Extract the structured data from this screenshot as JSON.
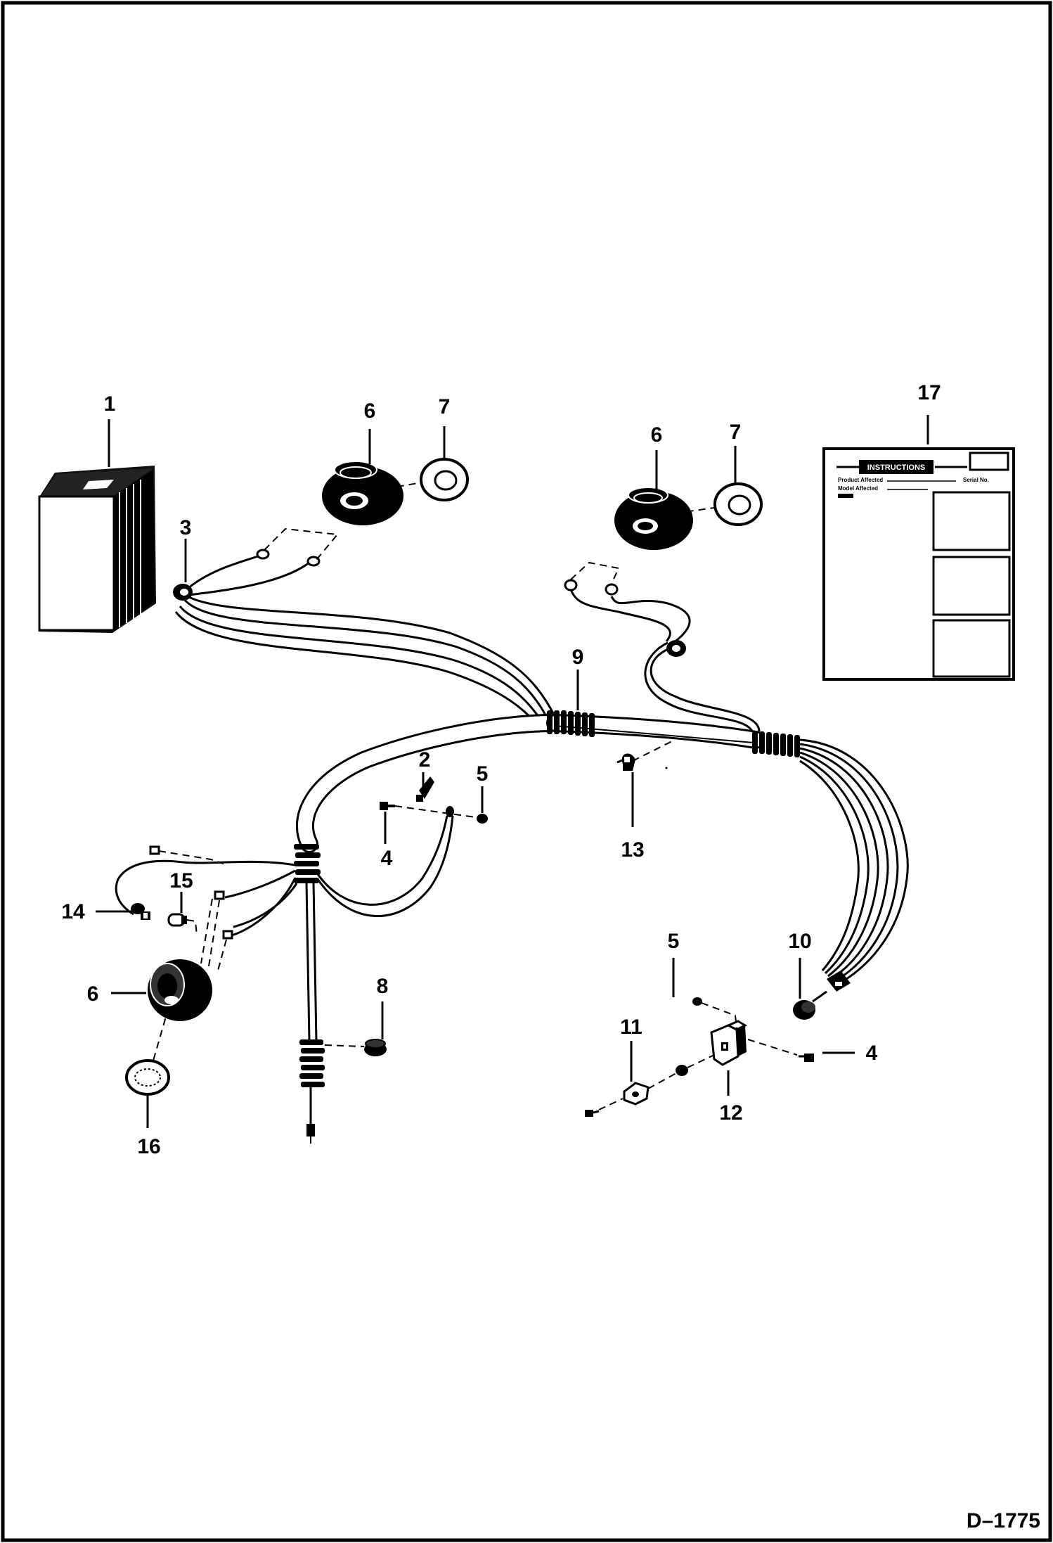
{
  "callouts": [
    {
      "id": "1",
      "label": "1"
    },
    {
      "id": "2",
      "label": "2"
    },
    {
      "id": "3",
      "label": "3"
    },
    {
      "id": "4a",
      "label": "4"
    },
    {
      "id": "4b",
      "label": "4"
    },
    {
      "id": "5a",
      "label": "5"
    },
    {
      "id": "5b",
      "label": "5"
    },
    {
      "id": "6a",
      "label": "6"
    },
    {
      "id": "6b",
      "label": "6"
    },
    {
      "id": "6c",
      "label": "6"
    },
    {
      "id": "7a",
      "label": "7"
    },
    {
      "id": "7b",
      "label": "7"
    },
    {
      "id": "8",
      "label": "8"
    },
    {
      "id": "9",
      "label": "9"
    },
    {
      "id": "10",
      "label": "10"
    },
    {
      "id": "11",
      "label": "11"
    },
    {
      "id": "12",
      "label": "12"
    },
    {
      "id": "13",
      "label": "13"
    },
    {
      "id": "14",
      "label": "14"
    },
    {
      "id": "15",
      "label": "15"
    },
    {
      "id": "16",
      "label": "16"
    },
    {
      "id": "17",
      "label": "17"
    }
  ],
  "instruction_sheet": {
    "title": "INSTRUCTIONS",
    "line1": "Product Affected",
    "line2": "Model Affected",
    "line3": "Serial No."
  },
  "drawing_code": "D–1775"
}
